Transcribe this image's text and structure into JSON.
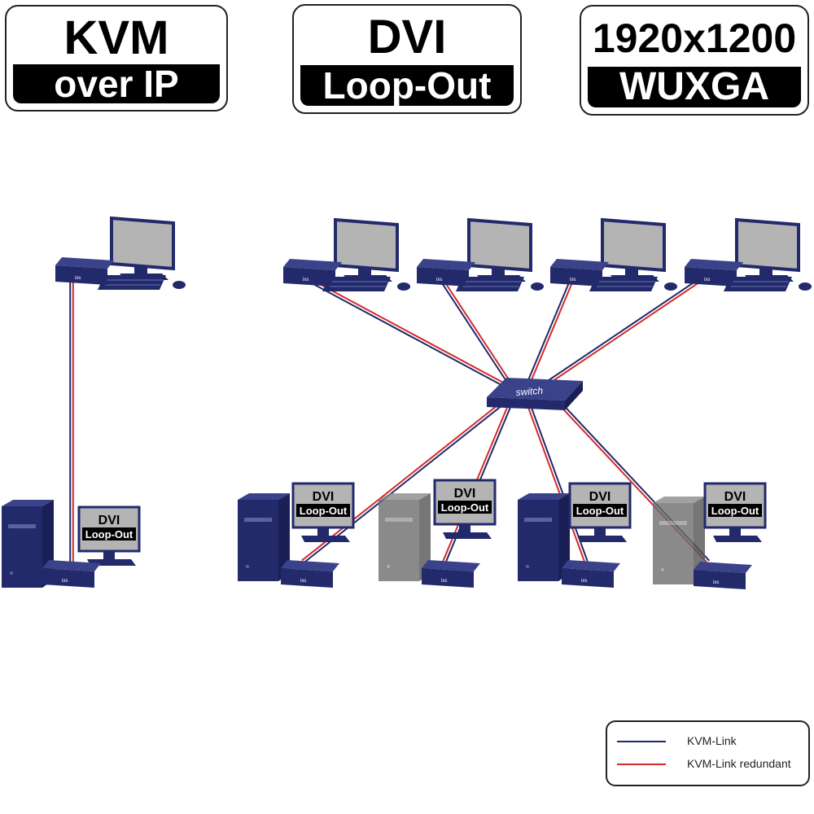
{
  "badges": [
    {
      "top": "KVM",
      "bottom": "over IP"
    },
    {
      "top": "DVI",
      "bottom": "Loop-Out"
    },
    {
      "top": "1920x1200",
      "bottom": "WUXGA"
    }
  ],
  "device_label": "ixs",
  "switch_label": "switch",
  "monitor_badge": {
    "top": "DVI",
    "bottom": "Loop-Out"
  },
  "legend": {
    "items": [
      {
        "label": "KVM-Link",
        "color": "#1f2a6b"
      },
      {
        "label": "KVM-Link redundant",
        "color": "#d42a2a"
      }
    ]
  },
  "colors": {
    "device": "#232a6c",
    "screen": "#b4b4b4",
    "pc_gray": "#6e6e6e"
  }
}
